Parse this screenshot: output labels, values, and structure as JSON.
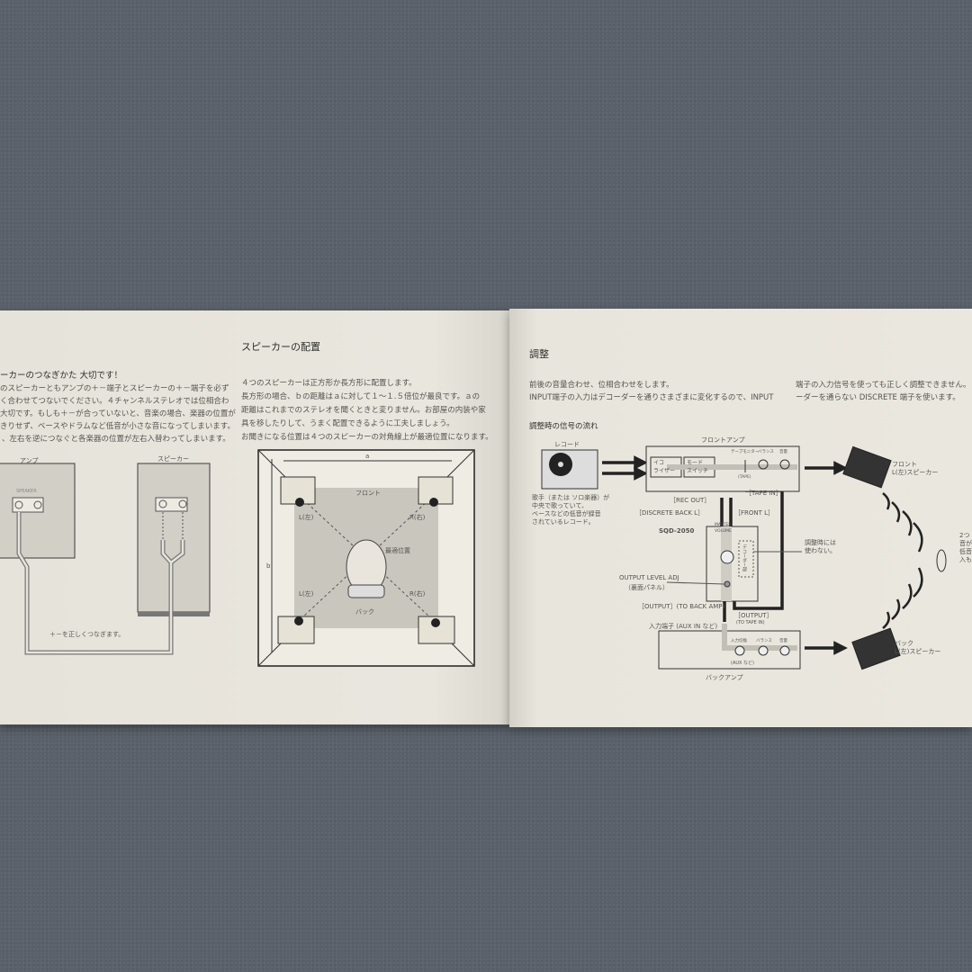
{
  "left_page": {
    "section_a": {
      "heading": "ーカーのつなぎかた 大切です！",
      "lines": [
        "のスピーカーともアンプの＋－端子とスピーカーの＋－端子を必ず",
        "く合わせてつないでください。４チャンネルステレオでは位相合わ",
        "大切です。もしも＋－が合っていないと、音楽の場合、楽器の位置が",
        "きりせず、ベースやドラムなど低音が小さな音になってしまいます。",
        "、左右を逆につなぐと各楽器の位置が左右入替わってしまいます。"
      ],
      "amp_label": "アンプ",
      "amp_terminal_label": "SPEAKER",
      "speaker_label": "スピーカー",
      "caption": "＋－を正しくつなぎます。"
    },
    "section_b": {
      "heading": "スピーカーの配置",
      "lines": [
        "４つのスピーカーは正方形か長方形に配置します。",
        "長方形の場合、ｂの距離はａに対して１～１.５倍位が最良です。ａの",
        "距離はこれまでのステレオを聞くときと変りません。お部屋の内装や家",
        "具を移したりして、うまく配置できるように工夫しましょう。",
        "お聞きになる位置は４つのスピーカーの対角線上が最適位置になります。"
      ],
      "dim_a": "a",
      "dim_b": "b",
      "front": "フロント",
      "back": "バック",
      "front_left": "L(左)",
      "front_right": "R(右)",
      "back_left": "L(左)",
      "back_right": "R(右)",
      "listening_pos": "最適位置"
    }
  },
  "right_page": {
    "heading": "調整",
    "lines_left": [
      "前後の音量合わせ、位相合わせをします。",
      "INPUT端子の入力はデコーダーを通りさまざまに変化するので、INPUT"
    ],
    "lines_right": [
      "端子の入力信号を使っても正しく調整できません。",
      "ーダーを通らない DISCRETE 端子を使います。"
    ],
    "flow_heading": "調整時の信号の流れ",
    "diagram": {
      "record": "レコード",
      "record_caption": [
        "歌手（または ソロ楽器）が",
        "中央で歌っていて、",
        "ベースなどの低音が録音",
        "されているレコード。"
      ],
      "front_amp": "フロントアンプ",
      "equalizer": [
        "イコ",
        "ライザー"
      ],
      "mode_switch": [
        "モード",
        "スイッチ"
      ],
      "tape_monitor": "テープモニター",
      "balance": "バランス",
      "volume": "音量",
      "tape": "(TAPE)",
      "rec_out": "［REC OUT］",
      "tape_in": "［TAPE IN］",
      "discrete_back": "［DISCRETE BACK L］",
      "front_l": "［FRONT L］",
      "model": "SQD-2050",
      "master_volume": [
        "MASTER",
        "VOLUME"
      ],
      "decoder": "デコーダー部",
      "decoder_note": [
        "調整時には",
        "使わない。"
      ],
      "output_level": "OUTPUT LEVEL ADJ",
      "output_level_sub": "（裏面パネル）",
      "output_back": "［OUTPUT］(TO BACK AMP)",
      "output_tape": "［OUTPUT］",
      "output_tape_sub": "(TO TAPE IN)",
      "input_terminal": "入力端子 (AUX IN など)",
      "input_select": "入力切換",
      "aux": "(AUX など)",
      "back_amp": "バックアンプ",
      "front_speaker": [
        "フロント",
        "L(左)スピーカー"
      ],
      "back_speaker": [
        "バック",
        "L(左)スピーカー"
      ],
      "cut_note": [
        "2つ",
        "音が",
        "低音",
        "入も"
      ]
    }
  }
}
